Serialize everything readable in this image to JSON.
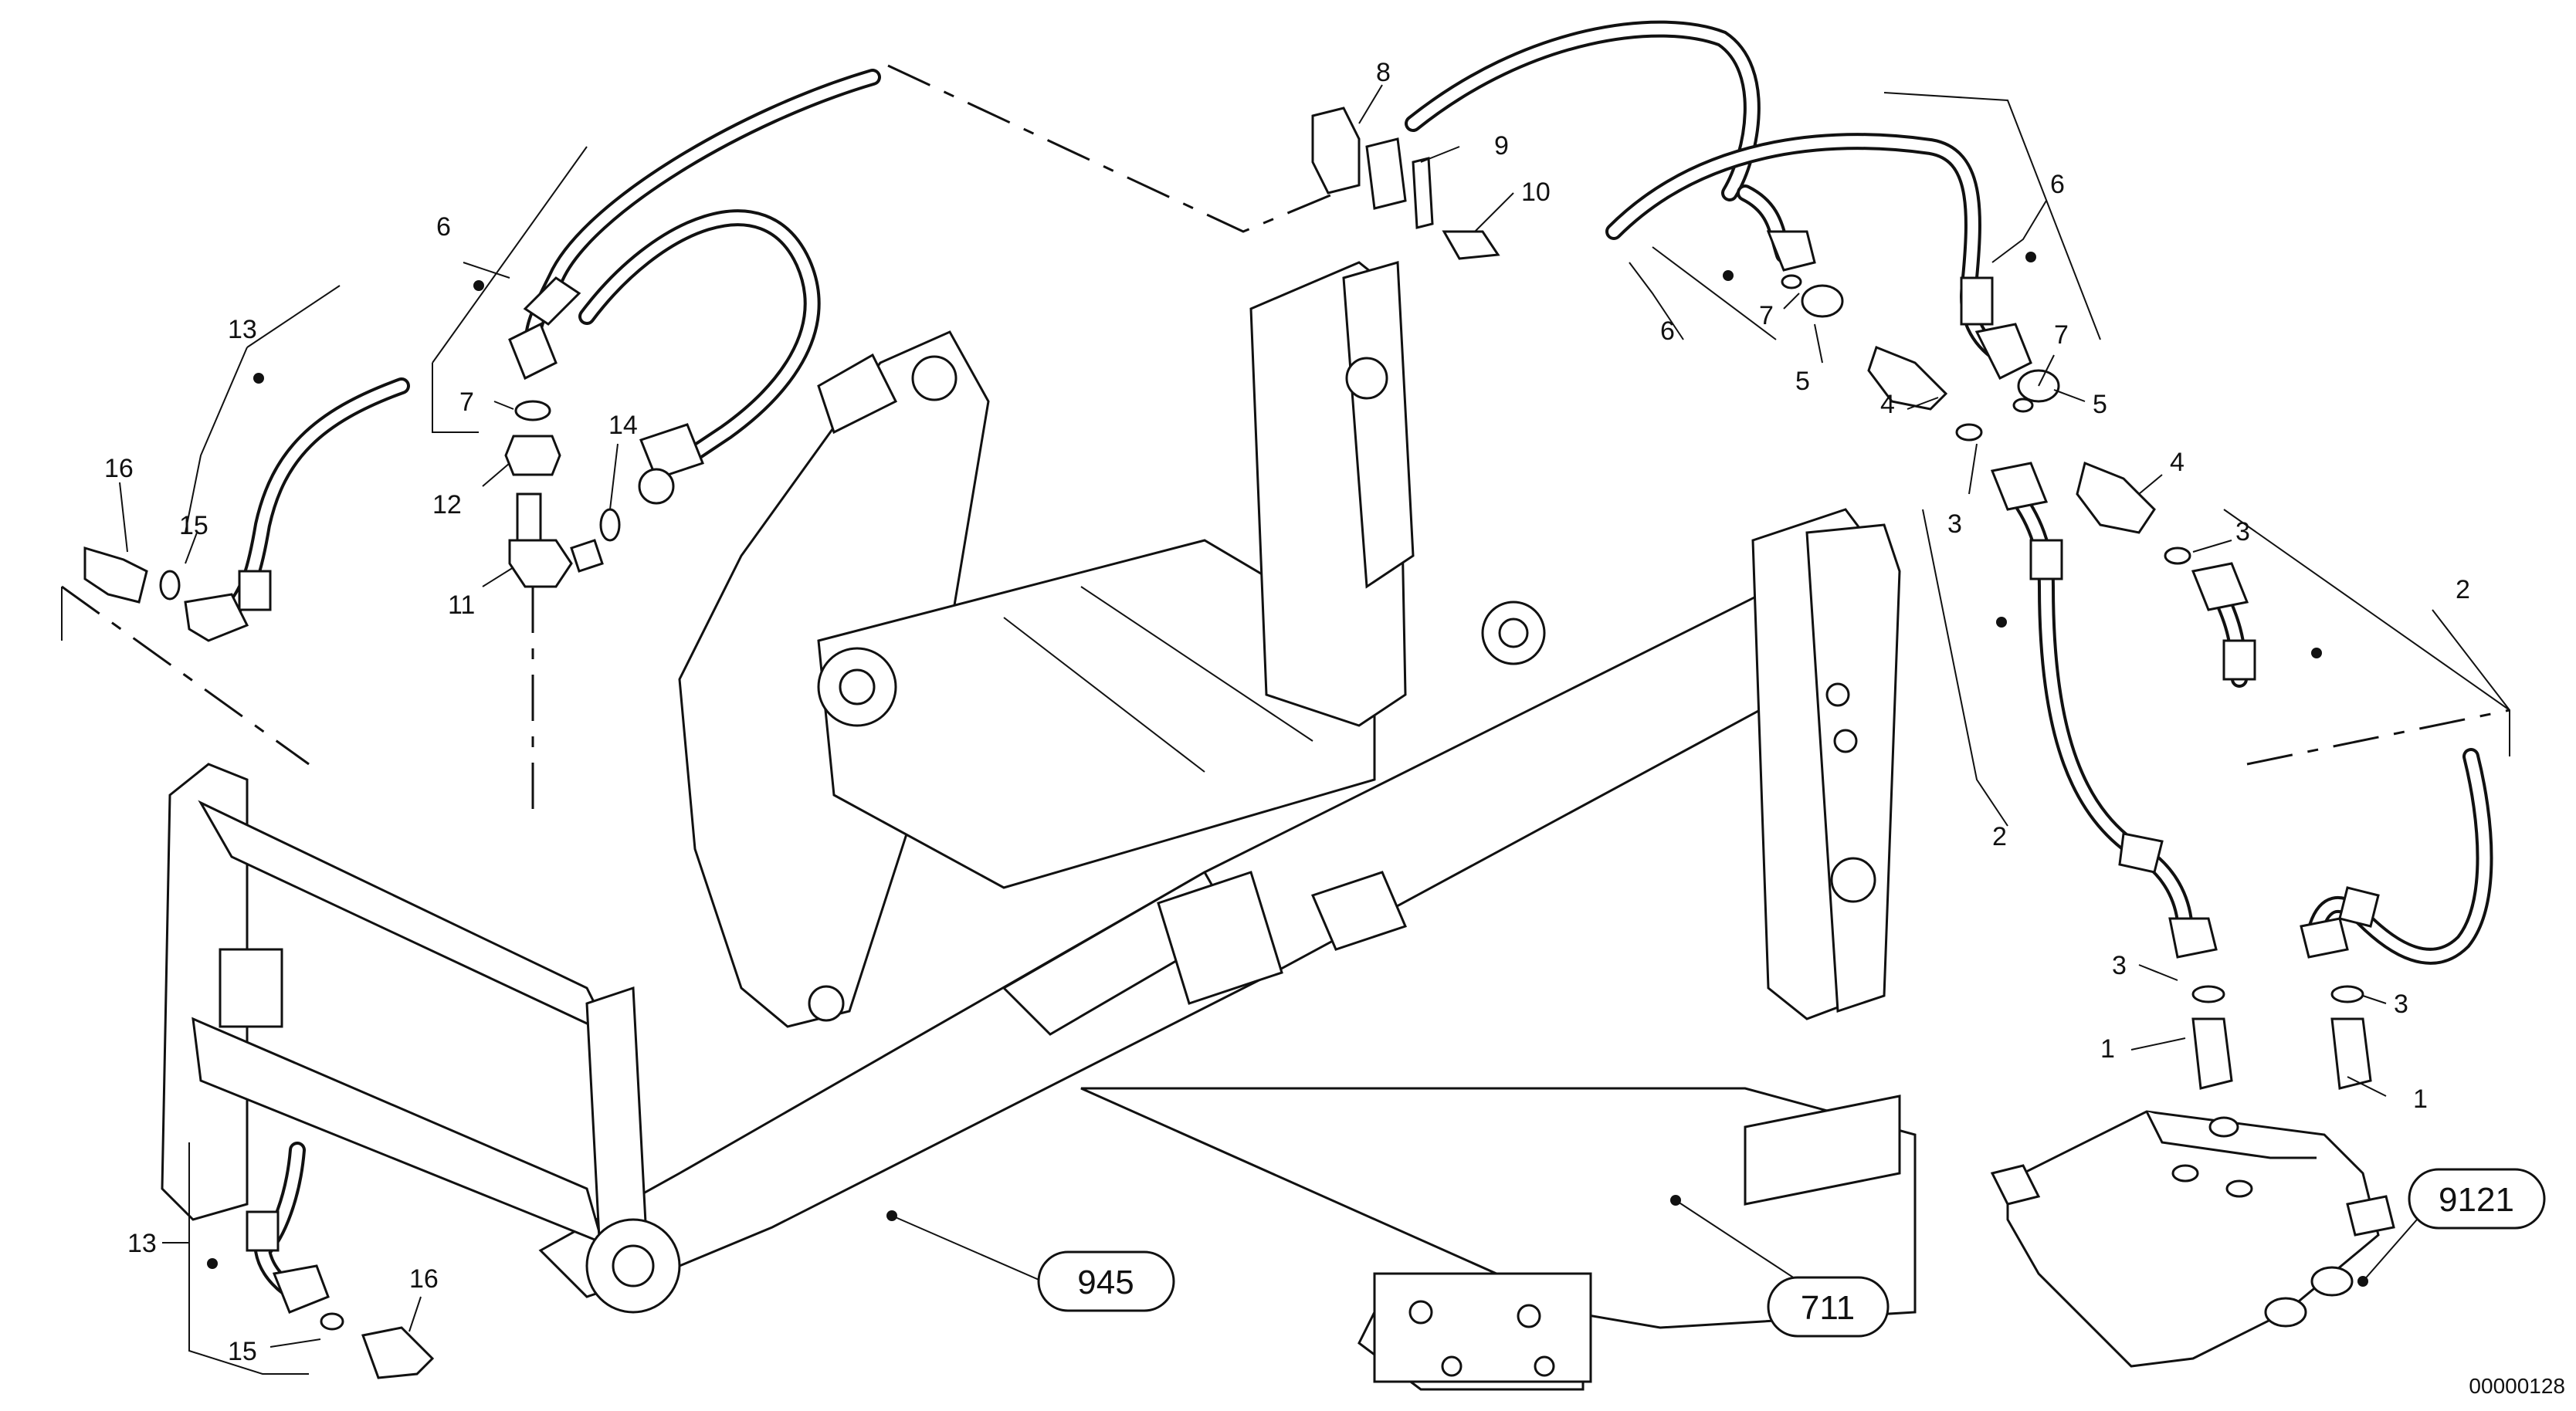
{
  "diagram": {
    "callouts": {
      "c1a": "1",
      "c1b": "1",
      "c2a": "2",
      "c2b": "2",
      "c3a": "3",
      "c3b": "3",
      "c3c": "3",
      "c3d": "3",
      "c4a": "4",
      "c4b": "4",
      "c5a": "5",
      "c5b": "5",
      "c6a": "6",
      "c6b": "6",
      "c6c": "6",
      "c7a": "7",
      "c7b": "7",
      "c7c": "7",
      "c8": "8",
      "c9": "9",
      "c10": "10",
      "c11": "11",
      "c12": "12",
      "c13a": "13",
      "c13b": "13",
      "c14": "14",
      "c15a": "15",
      "c15b": "15",
      "c16a": "16",
      "c16b": "16"
    },
    "references": {
      "frame_assembly": "945",
      "rear_frame": "711",
      "control_valve": "9121"
    },
    "document_number": "00000128"
  }
}
